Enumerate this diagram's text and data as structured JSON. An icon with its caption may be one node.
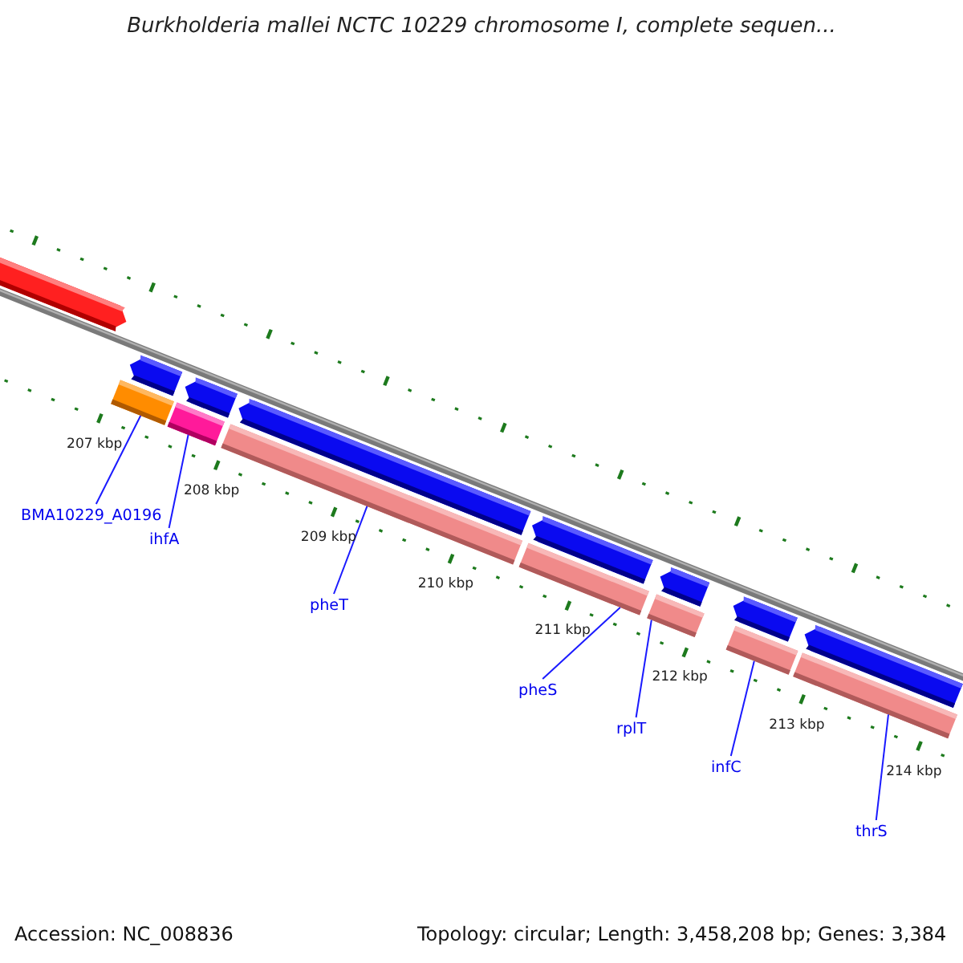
{
  "diagram": {
    "title": "Burkholderia mallei NCTC 10229 chromosome I, complete sequen...",
    "nodes": [
      {
        "text": [
          "BMA10229_A0196"
        ]
      },
      {
        "text": [
          "ihfA"
        ]
      },
      {
        "text": [
          "pheT"
        ]
      },
      {
        "text": [
          "pheS"
        ]
      },
      {
        "text": [
          "rplT"
        ]
      },
      {
        "text": [
          "infC"
        ]
      },
      {
        "text": [
          "thrS"
        ]
      },
      {
        "text": [],
        "shape": "bar"
      },
      {
        "text": [],
        "shape": "bar"
      },
      {
        "text": [],
        "shape": "bar"
      },
      {
        "text": [],
        "shape": "bar"
      },
      {
        "text": [],
        "shape": "bar"
      },
      {
        "text": [],
        "shape": "bar"
      },
      {
        "text": [],
        "shape": "bar"
      },
      {
        "text": [],
        "shape": "bar"
      },
      {
        "text": [],
        "shape": "bar"
      },
      {
        "text": [],
        "shape": "bar"
      },
      {
        "text": [],
        "shape": "bar"
      },
      {
        "text": [],
        "shape": "bar"
      },
      {
        "text": [],
        "shape": "bar"
      },
      {
        "text": [],
        "shape": "bar"
      },
      {
        "text": [],
        "shape": "bar"
      }
    ],
    "edges": [
      {
        "from": 0,
        "to": 9,
        "arrow": "none"
      },
      {
        "from": 1,
        "to": 11,
        "arrow": "none"
      },
      {
        "from": 2,
        "to": 13,
        "arrow": "none"
      },
      {
        "from": 3,
        "to": 15,
        "arrow": "none"
      },
      {
        "from": 4,
        "to": 17,
        "arrow": "none"
      },
      {
        "from": 5,
        "to": 19,
        "arrow": "none"
      },
      {
        "from": 6,
        "to": 21,
        "arrow": "none"
      }
    ],
    "labels": [
      "207 kbp",
      "208 kbp",
      "209 kbp",
      "210 kbp",
      "211 kbp",
      "212 kbp",
      "213 kbp",
      "214 kbp",
      "Accession: NC_008836",
      "Topology: circular; Length: 3,458,208 bp; Genes: 3,384"
    ]
  }
}
